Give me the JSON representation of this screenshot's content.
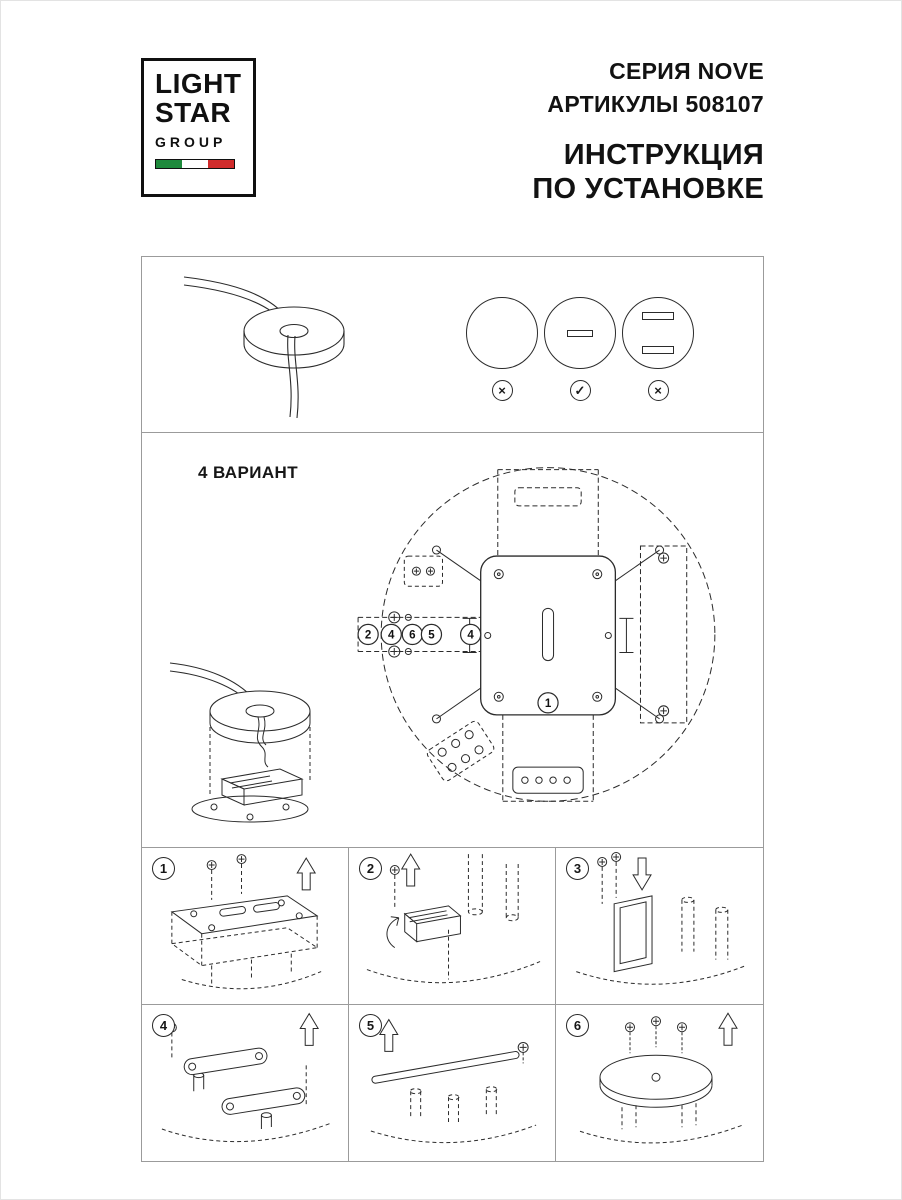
{
  "page": {
    "background": "#ffffff",
    "line_color": "#9b9b9b",
    "ink_color": "#2b2b2b"
  },
  "logo": {
    "line1": "LIGHT",
    "line2": "STAR",
    "line3": "GROUP",
    "flag_colors": [
      "#1e8a3c",
      "#ffffff",
      "#d02b2b"
    ]
  },
  "header": {
    "series": "СЕРИЯ NOVE",
    "articles": "АРТИКУЛЫ 508107",
    "title_line1": "ИНСТРУКЦИЯ",
    "title_line2": "ПО УСТАНОВКЕ"
  },
  "tools": {
    "screw_heads": [
      "plain-round-head",
      "slotted-head",
      "double-slot-head"
    ],
    "marks": [
      "×",
      "✓",
      "×"
    ]
  },
  "variant_label": "4 ВАРИАНТ",
  "diagram": {
    "callouts": [
      "2",
      "4",
      "6",
      "5",
      "4",
      "1"
    ]
  },
  "steps": [
    {
      "num": "1"
    },
    {
      "num": "2"
    },
    {
      "num": "3"
    },
    {
      "num": "4"
    },
    {
      "num": "5"
    },
    {
      "num": "6"
    }
  ]
}
